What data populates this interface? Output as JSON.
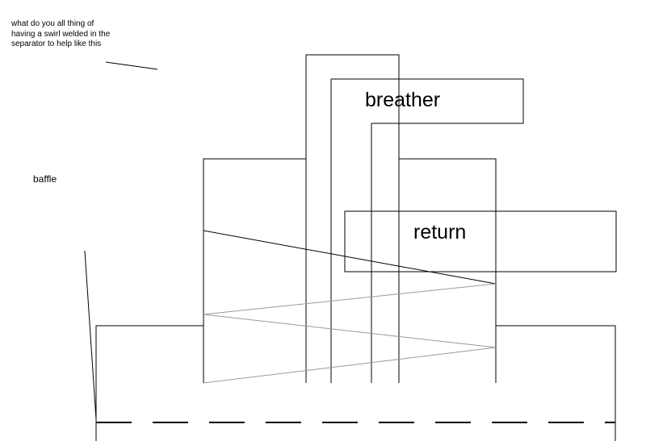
{
  "note": "what do you all thing of having a swirl welded in the separator to help like this",
  "labels": {
    "baffle": "baffle",
    "breather": "breather",
    "return": "return"
  },
  "colors": {
    "background": "#ffffff",
    "line": "#000000",
    "swirl": "#999999"
  }
}
